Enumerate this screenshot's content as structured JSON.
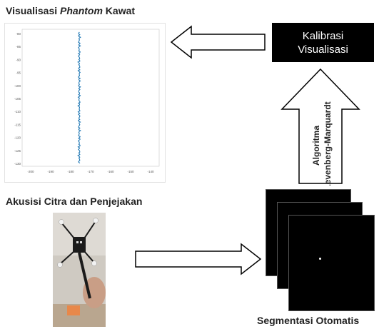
{
  "visualization": {
    "title_prefix": "Visualisasi ",
    "title_italic": "Phantom",
    "title_suffix": " Kawat",
    "plot": {
      "y_ticks": [
        "-80",
        "-85",
        "-90",
        "-95",
        "-100",
        "-105",
        "-110",
        "-115",
        "-120",
        "-125",
        "-130"
      ],
      "x_ticks": [
        "-200",
        "-190",
        "-180",
        "-170",
        "-160",
        "-150",
        "-140"
      ],
      "line_color": "#1f77b4"
    }
  },
  "calibration": {
    "line1": "Kalibrasi",
    "line2": "Visualisasi"
  },
  "algorithm": {
    "line1": "Algoritma",
    "line2": "Levenberg-Marquardt"
  },
  "acquisition": {
    "title": "Akusisi Citra dan Penjejakan"
  },
  "segmentation": {
    "title": "Segmentasi Otomatis"
  }
}
